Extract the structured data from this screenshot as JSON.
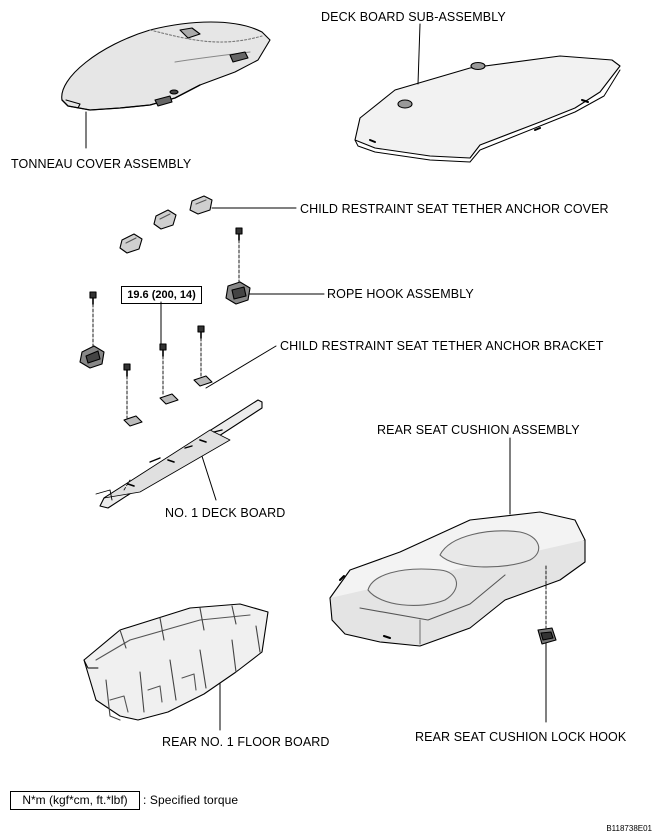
{
  "labels": {
    "deck_board_sub": "DECK BOARD SUB-ASSEMBLY",
    "tonneau_cover": "TONNEAU COVER ASSEMBLY",
    "anchor_cover": "CHILD RESTRAINT SEAT TETHER ANCHOR COVER",
    "rope_hook": "ROPE HOOK ASSEMBLY",
    "anchor_bracket": "CHILD RESTRAINT SEAT TETHER ANCHOR BRACKET",
    "rear_seat_cushion": "REAR SEAT CUSHION ASSEMBLY",
    "no1_deck_board": "NO. 1 DECK BOARD",
    "rear_floor_board": "REAR NO. 1 FLOOR BOARD",
    "lock_hook": "REAR SEAT CUSHION LOCK HOOK"
  },
  "torque": "19.6 (200, 14)",
  "legend": {
    "unit": "N*m (kgf*cm, ft.*lbf)",
    "text": ": Specified torque"
  },
  "figure_code": "B118738E01"
}
